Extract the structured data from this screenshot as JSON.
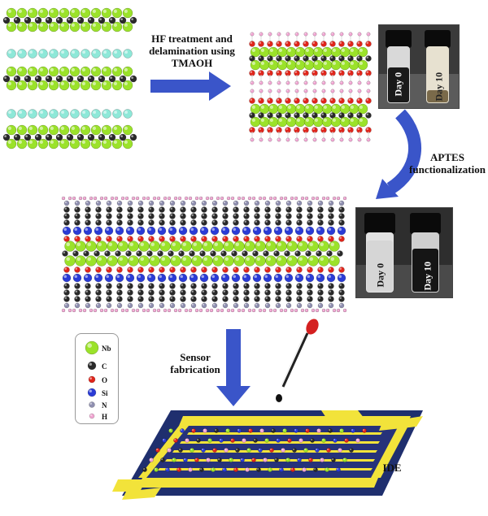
{
  "steps": {
    "step1": [
      "HF treatment and",
      "delamination using",
      "TMAOH"
    ],
    "step2": [
      "APTES",
      "functionalization"
    ],
    "step3": [
      "Sensor",
      "fabrication"
    ]
  },
  "photos": {
    "top": {
      "left": "Day 0",
      "right": "Day 10"
    },
    "middle": {
      "left": "Day 0",
      "right": "Day 10"
    }
  },
  "legend": [
    {
      "symbol": "Nb",
      "color": "#9be22a"
    },
    {
      "symbol": "C",
      "color": "#2a2a2a"
    },
    {
      "symbol": "O",
      "color": "#e0251b"
    },
    {
      "symbol": "Si",
      "color": "#2a3bd6"
    },
    {
      "symbol": "N",
      "color": "#8f8fb0"
    },
    {
      "symbol": "H",
      "color": "#f2a6d3"
    }
  ],
  "device_label": "IDE",
  "colors": {
    "nb": "#9be22a",
    "al": "#8ee8d8",
    "c": "#2a2a2a",
    "o": "#e0251b",
    "si": "#2a3bd6",
    "n": "#8f8fb0",
    "h": "#f2a6d3",
    "arrow": "#3a55c9",
    "ide_gold": "#f2e33a",
    "ide_base": "#1f2f6e"
  }
}
